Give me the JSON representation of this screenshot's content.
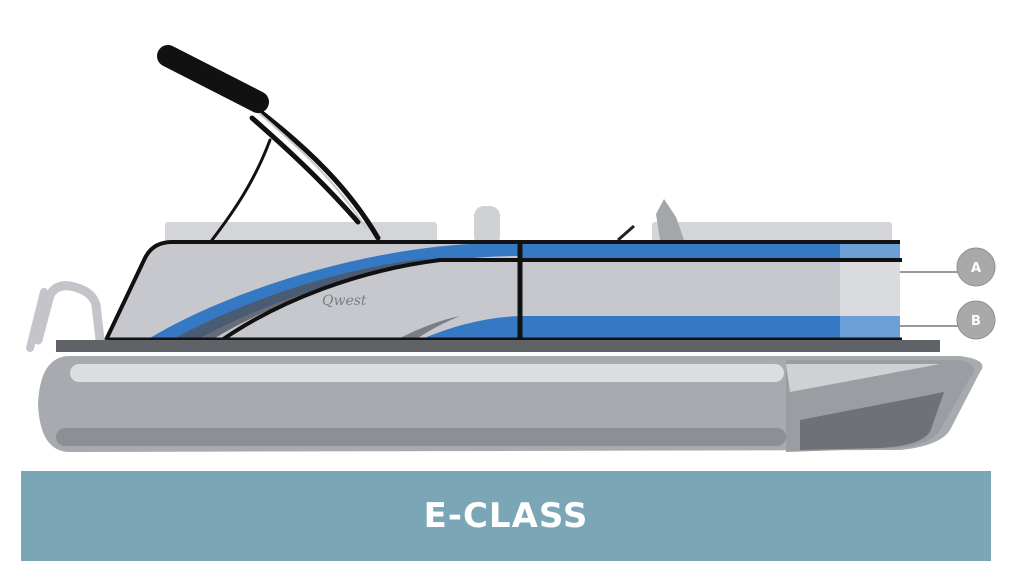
{
  "diagram": {
    "brand_script": "Qwest",
    "callouts": [
      {
        "id": "a",
        "label": "A"
      },
      {
        "id": "b",
        "label": "B"
      }
    ]
  },
  "banner": {
    "label": "E-CLASS"
  },
  "colors": {
    "accent_blue": "#3579c4",
    "hull_silver": "#c6c8cd",
    "pontoon_gray": "#a6a9ae",
    "banner_teal": "#7aa6b6",
    "callout_gray": "#a9a9a9",
    "outline": "#111111"
  }
}
